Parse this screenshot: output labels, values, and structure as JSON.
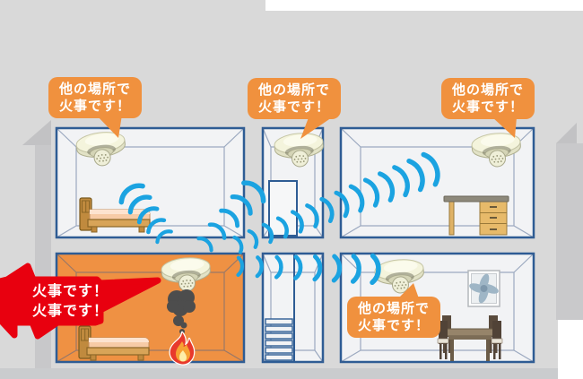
{
  "bubbles": {
    "top_left": {
      "lines": [
        "他の場所で",
        "火事です！"
      ]
    },
    "top_middle": {
      "lines": [
        "他の場所で",
        "火事です！"
      ]
    },
    "top_right": {
      "lines": [
        "他の場所で",
        "火事です！"
      ]
    },
    "dining": {
      "lines": [
        "他の場所で",
        "火事です！"
      ]
    },
    "fire_room": {
      "lines": [
        "火事です！",
        "火事です！"
      ]
    }
  },
  "colors": {
    "bubble_orange": "#F0913E",
    "bubble_red": "#E8000F",
    "signal_blue": "#1BA3E1",
    "fire_room_orange": "#EF9143",
    "room_border_navy": "#2E5C94",
    "room_fill": "#F2F3F5",
    "house_gray": "#D9D9D9",
    "ground_gray": "#CACCCE"
  },
  "scene": {
    "smoke_detector_count": 5,
    "signal_wave_chains": 4
  },
  "icons": {
    "smoke-detector-icon": "svg-ceiling-dome-alarm",
    "signal-waves-icon": "svg-blue-arc-waves",
    "fire-icon": "svg-flame",
    "smoke-icon": "svg-dark-puffs",
    "bed-icon": "svg-bed",
    "desk-icon": "svg-desk-with-drawers",
    "dining-set-icon": "svg-table-and-chairs",
    "ventilation-fan-icon": "svg-wall-fan",
    "stairs-icon": "svg-stair-steps",
    "door-icon": "svg-door-rect"
  }
}
